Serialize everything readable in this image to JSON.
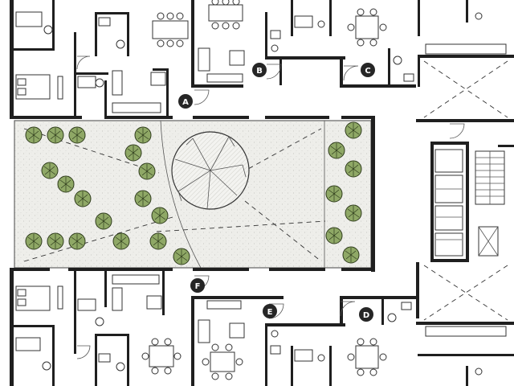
{
  "markers": [
    {
      "id": "a",
      "label": "A"
    },
    {
      "id": "b",
      "label": "B"
    },
    {
      "id": "c",
      "label": "C"
    },
    {
      "id": "d",
      "label": "D"
    },
    {
      "id": "e",
      "label": "E"
    },
    {
      "id": "f",
      "label": "F"
    }
  ],
  "colors": {
    "wall": "#1f1f1f",
    "courtyard": "#eeeeea",
    "tree": "#8fa866",
    "marker": "#262626"
  }
}
